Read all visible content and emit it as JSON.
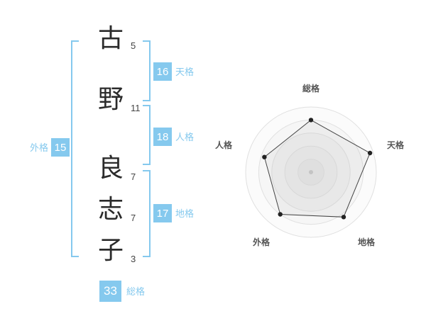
{
  "colors": {
    "accent": "#85c9ee",
    "badge_text": "#ffffff",
    "char_color": "#2b2b2b",
    "chart_line": "#444444",
    "chart_grid": "#e0e0e0"
  },
  "name": {
    "chars": [
      {
        "char": "古",
        "strokes": "5"
      },
      {
        "char": "野",
        "strokes": "11"
      },
      {
        "char": "良",
        "strokes": "7"
      },
      {
        "char": "志",
        "strokes": "7"
      },
      {
        "char": "子",
        "strokes": "3"
      }
    ]
  },
  "kaku": {
    "tenkaku": {
      "label": "天格",
      "value": "16"
    },
    "jinkaku": {
      "label": "人格",
      "value": "18"
    },
    "chikaku": {
      "label": "地格",
      "value": "17"
    },
    "gaikaku": {
      "label": "外格",
      "value": "15"
    },
    "soukaku": {
      "label": "総格",
      "value": "33"
    }
  },
  "chart_data": {
    "type": "radar",
    "categories": [
      "総格",
      "天格",
      "地格",
      "外格",
      "人格"
    ],
    "values": [
      80,
      95,
      85,
      80,
      75
    ],
    "max": 100,
    "rings": 5,
    "grid": "circular",
    "legend": "none"
  }
}
